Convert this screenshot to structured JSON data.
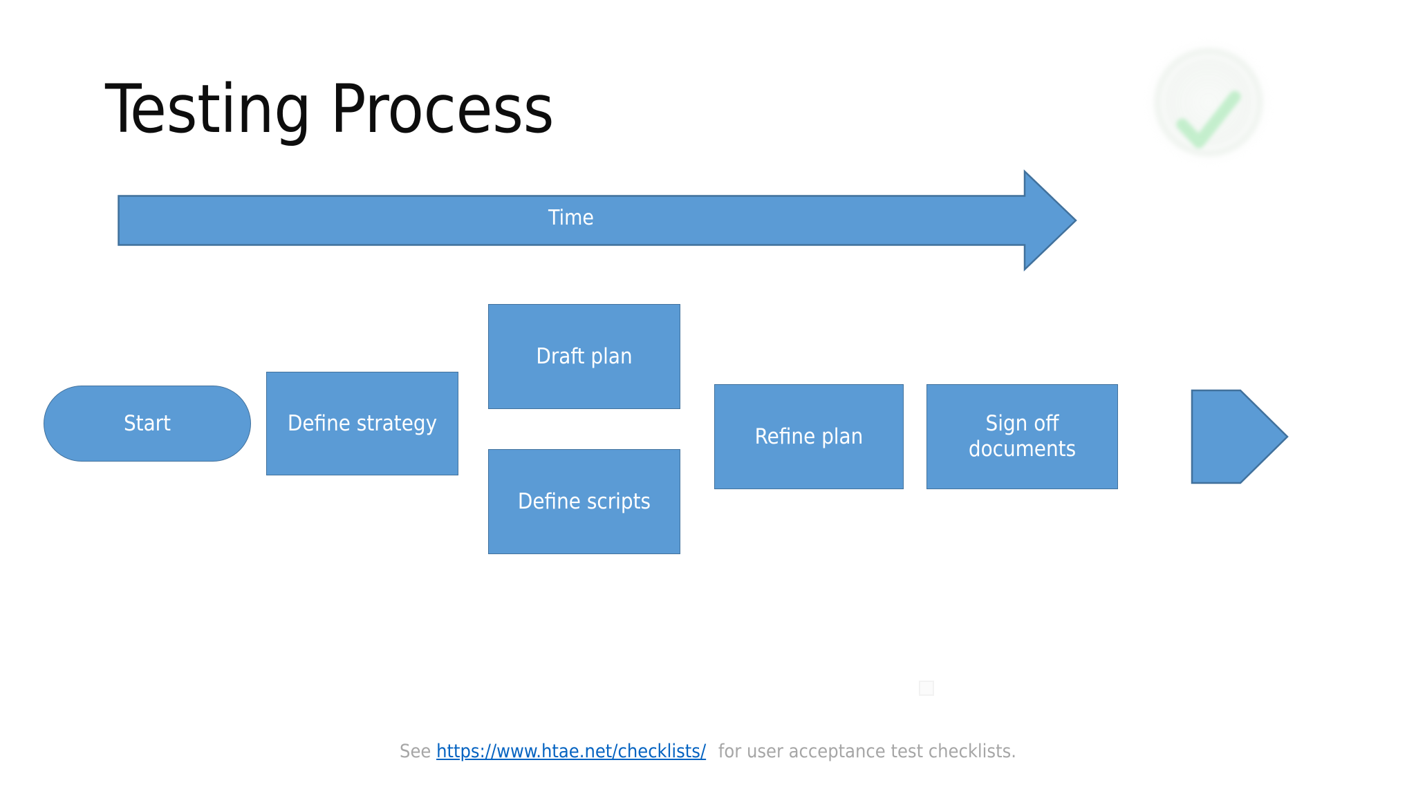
{
  "slide": {
    "title": "Testing Process",
    "background_color": "#FFFFFF",
    "accent_fill": "#5B9BD5",
    "accent_border": "#41719C",
    "title_color": "#0D0D0D"
  },
  "badge": {
    "icon_name": "check-circle-icon",
    "check_color": "#8FE0A0",
    "halo_color": "#E8EFE8"
  },
  "timeline": {
    "label": "Time",
    "label_color": "#FFFFFF",
    "direction": "left-to-right"
  },
  "process": {
    "nodes": [
      {
        "id": "start",
        "label": "Start",
        "shape": "pill"
      },
      {
        "id": "strategy",
        "label": "Define strategy",
        "shape": "rect"
      },
      {
        "id": "draft-plan",
        "label": "Draft plan",
        "shape": "rect"
      },
      {
        "id": "define-scripts",
        "label": "Define scripts",
        "shape": "rect"
      },
      {
        "id": "refine-plan",
        "label": "Refine plan",
        "shape": "rect"
      },
      {
        "id": "signoff",
        "label": "Sign off documents",
        "shape": "rect"
      },
      {
        "id": "end",
        "label": "",
        "shape": "chevron"
      }
    ]
  },
  "placeholder": {
    "name": "empty-square-placeholder"
  },
  "footer": {
    "lead": "See",
    "link_text": "https://www.htae.net/checklists/",
    "tail": "for user acceptance test checklists.",
    "link_color": "#0563C1",
    "text_color": "#A6A6A6"
  }
}
